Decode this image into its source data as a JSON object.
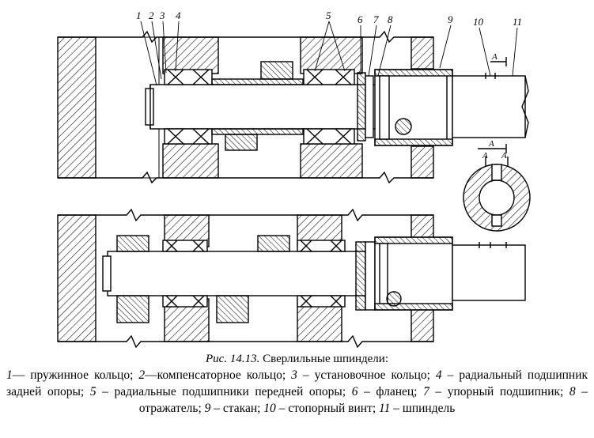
{
  "labels": {
    "top": [
      "1",
      "2",
      "3",
      "4",
      "5",
      "6",
      "7",
      "8",
      "9",
      "10",
      "11"
    ],
    "section_top": "А",
    "section_right": "А",
    "section_under_a": "А",
    "section_under_b": "А"
  },
  "caption": {
    "fig": "Рис. 14.13.",
    "title": " Сверлильные шпиндели:",
    "legend": [
      {
        "num": "1",
        "sep": "— ",
        "text": "пружинное кольцо; "
      },
      {
        "num": "2",
        "sep": "—",
        "text": "компенсаторное кольцо; "
      },
      {
        "num": "3",
        "sep": " – ",
        "text": "установочное кольцо; "
      },
      {
        "num": "4",
        "sep": " – ",
        "text": "радиальный подшипник задней опоры; "
      },
      {
        "num": "5",
        "sep": " – ",
        "text": "радиальные подшипники передней опоры; "
      },
      {
        "num": "6",
        "sep": " – ",
        "text": "фланец; "
      },
      {
        "num": "7",
        "sep": " – ",
        "text": "упорный подшипник; "
      },
      {
        "num": "8",
        "sep": " – ",
        "text": "отражатель; "
      },
      {
        "num": "9",
        "sep": " – ",
        "text": "стакан; "
      },
      {
        "num": "10",
        "sep": " – ",
        "text": "стопорный винт; "
      },
      {
        "num": "11",
        "sep": " – ",
        "text": "шпиндель"
      }
    ]
  }
}
